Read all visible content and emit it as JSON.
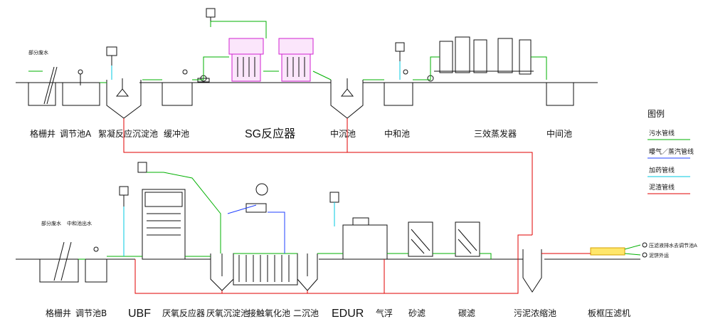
{
  "upper_labels": {
    "grille_well": "格栅井",
    "adjust_pool_a": "调节池A",
    "coag_tank": "絮凝反应沉淀池",
    "buffer_pool": "缓冲池",
    "sg_reactor": "SG反应器",
    "mid_settle": "中沉池",
    "neutral_pool": "中和池",
    "evaporator": "三效蒸发器",
    "middle_pool": "中间池"
  },
  "lower_labels": {
    "grille_well_b": "格栅井",
    "adjust_pool_b": "调节池B",
    "ubf": "UBF",
    "ubf_reactor": "厌氧反应器",
    "anaerobic_settle": "厌氧沉淀池",
    "contact_oxidation": "接触氧化池",
    "secondary_settle": "二沉池",
    "edur": "EDUR",
    "air_float": "气浮",
    "sand_filter": "砂滤",
    "carbon_filter": "碳滤",
    "sludge_thicken": "污泥浓缩池",
    "filter_press": "板框压滤机"
  },
  "small_notes": {
    "inflow_a": "部分废水",
    "inflow_b1": "部分废水",
    "inflow_b2": "中和池出水",
    "out_filtrate": "压滤液排水去调节池A",
    "out_mud": "泥饼外运"
  },
  "legend": {
    "title": "图例",
    "items": [
      {
        "label": "污水管线",
        "color": "#00b000"
      },
      {
        "label": "曝气／蒸汽管线",
        "color": "#2040ff"
      },
      {
        "label": "加药管线",
        "color": "#00c8e0"
      },
      {
        "label": "泥渣管线",
        "color": "#e00000"
      }
    ]
  },
  "colors": {
    "sewage": "#00b000",
    "steam": "#2040ff",
    "dosing": "#00c8e0",
    "sludge": "#e00000",
    "reactor": "#d020d0"
  }
}
